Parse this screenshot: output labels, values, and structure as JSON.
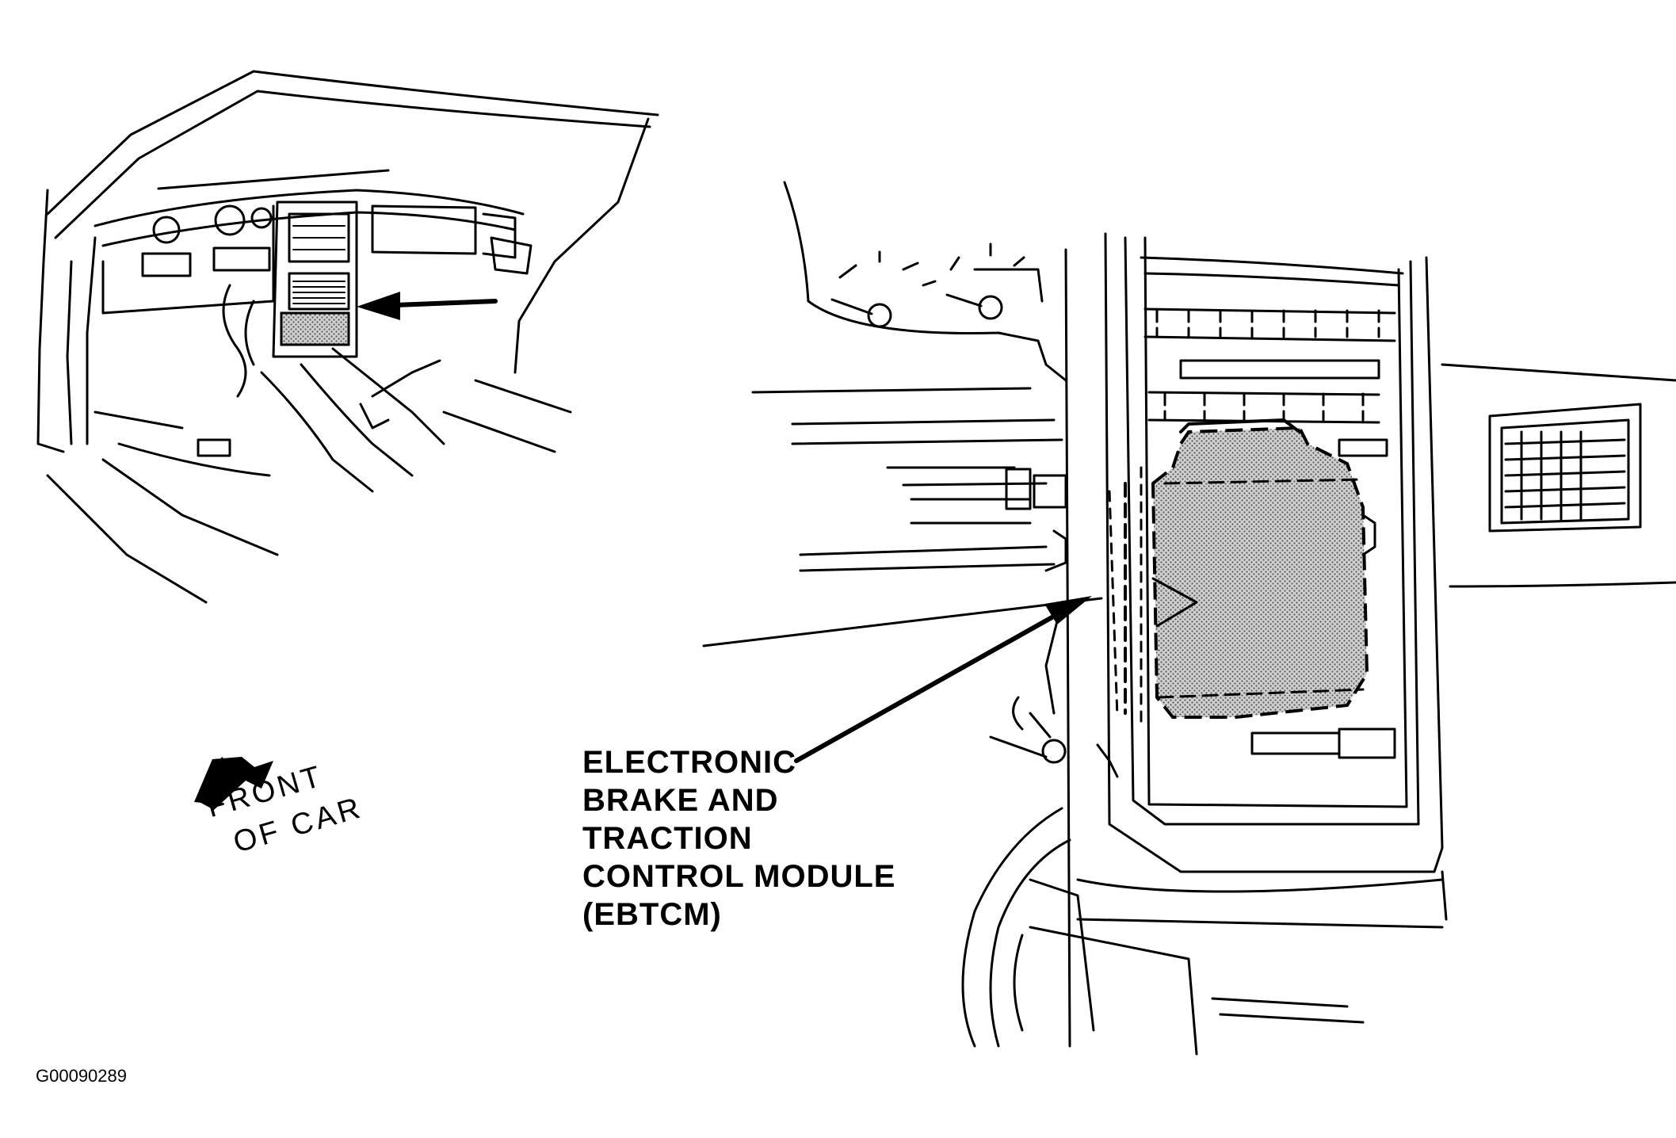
{
  "callout": {
    "lines": [
      "ELECTRONIC",
      "BRAKE AND",
      "TRACTION",
      "CONTROL MODULE",
      "(EBTCM)"
    ]
  },
  "direction": {
    "lines": [
      "FRONT",
      "OF CAR"
    ],
    "arrow_icon": "direction-arrow-icon"
  },
  "figure_id": "G00090289",
  "colors": {
    "ink": "#000000",
    "background": "#ffffff",
    "module_shading": "#bdbdbd"
  }
}
